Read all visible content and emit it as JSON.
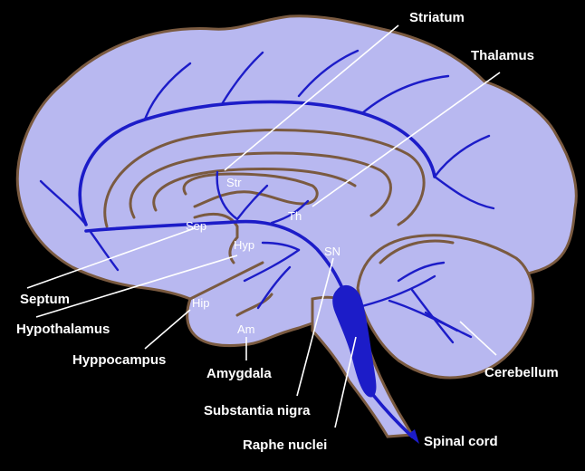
{
  "labels": {
    "striatum": "Striatum",
    "thalamus": "Thalamus",
    "septum": "Septum",
    "hypothalamus": "Hypothalamus",
    "hyppocampus": "Hyppocampus",
    "amygdala": "Amygdala",
    "substantia_nigra": "Substantia nigra",
    "raphe_nuclei": "Raphe nuclei",
    "cerebellum": "Cerebellum",
    "spinal_cord": "Spinal cord"
  },
  "abbrev": {
    "str": "Str",
    "th": "Th",
    "sep": "Sep",
    "hyp": "Hyp",
    "sn": "SN",
    "hip": "Hip",
    "am": "Am"
  },
  "colors": {
    "background": "#000000",
    "brain_fill": "#b8b8f0",
    "brain_outline": "#7a5a40",
    "pathway": "#1c1cc8",
    "label": "#ffffff"
  }
}
